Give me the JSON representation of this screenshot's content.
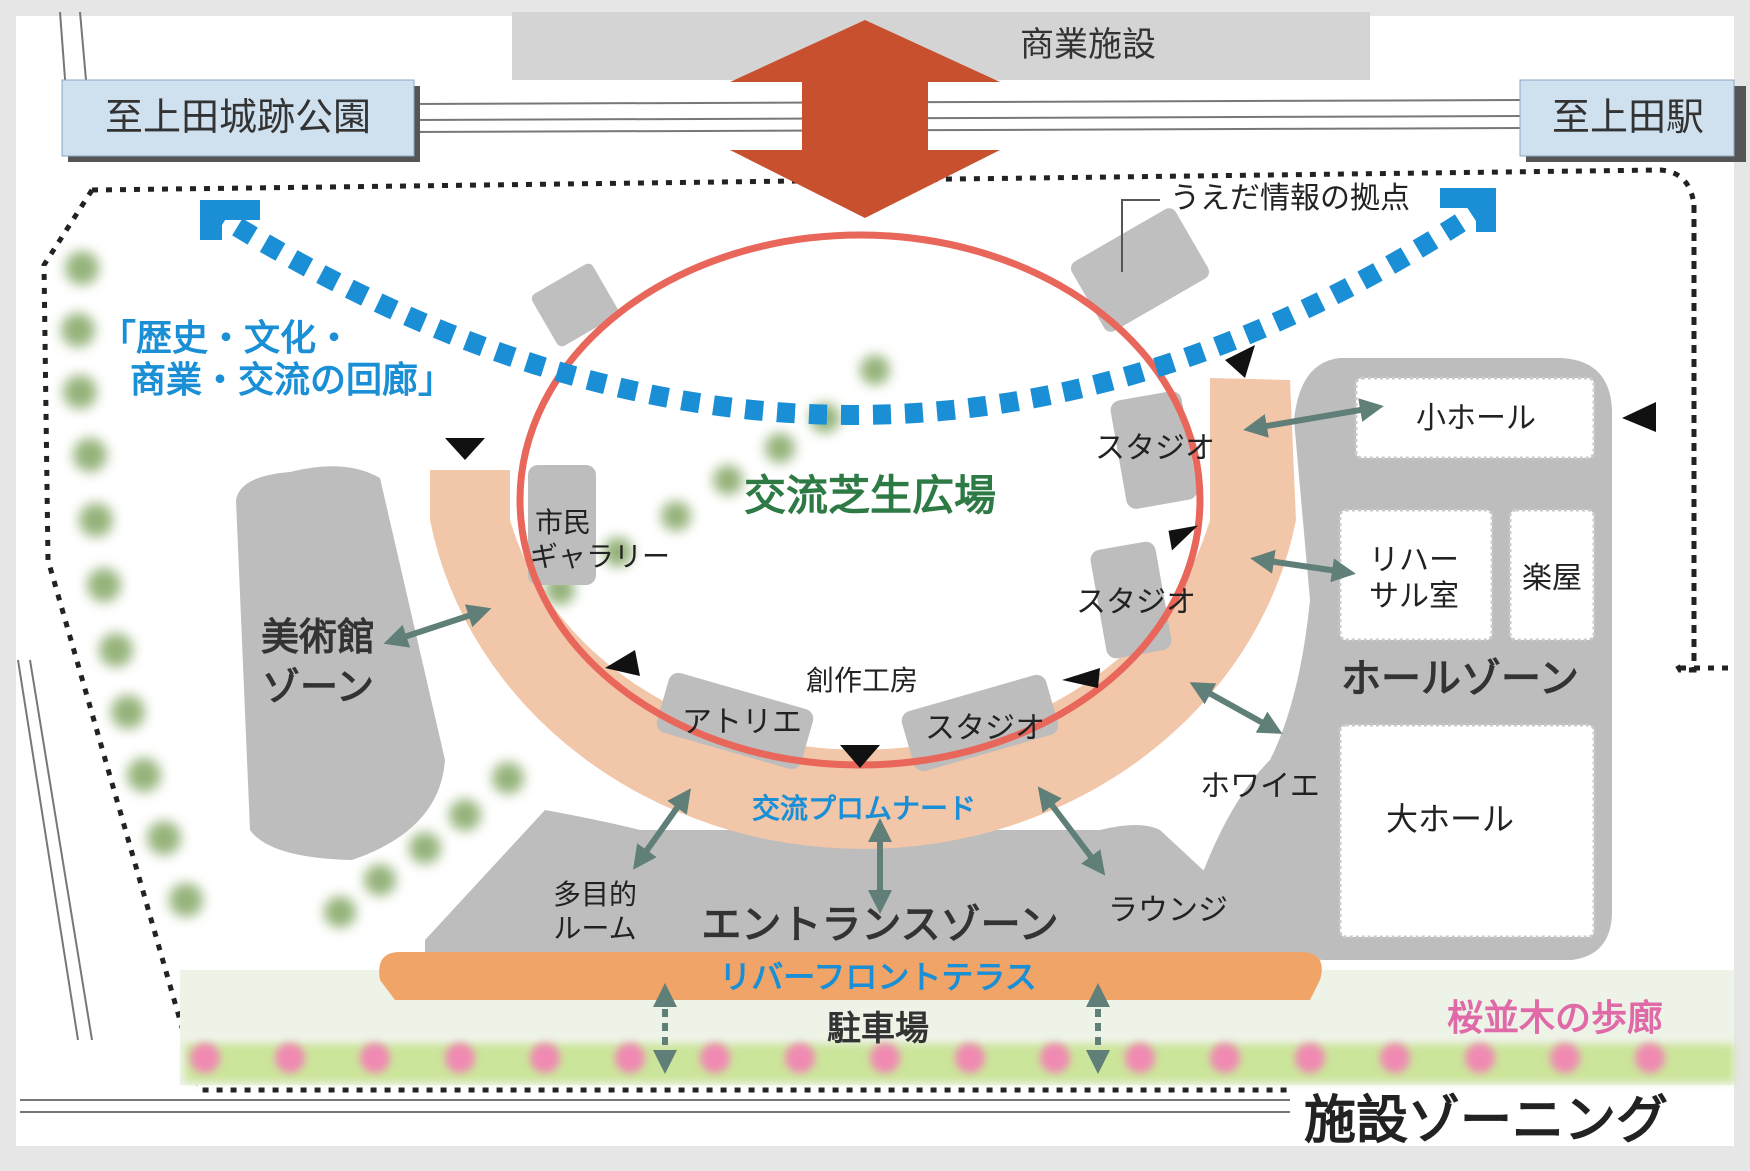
{
  "top": {
    "commercial": "商業施設",
    "to_castle_park": "至上田城跡公園",
    "to_station": "至上田駅",
    "info_base": "うえだ情報の拠点"
  },
  "corridor": {
    "line1": "「歴史・文化・",
    "line2": "商業・交流の回廊」"
  },
  "plaza": "交流芝生広場",
  "rooms": {
    "citizen_gallery_1": "市民",
    "citizen_gallery_2": "ギャラリー",
    "studio": "スタジオ",
    "atelier": "アトリエ",
    "workshop": "創作工房",
    "foyer": "ホワイエ",
    "small_hall": "小ホール",
    "rehearsal_1": "リハー",
    "rehearsal_2": "サル室",
    "dressing": "楽屋",
    "large_hall": "大ホール",
    "multipurpose_1": "多目的",
    "multipurpose_2": "ルーム",
    "lounge": "ラウンジ",
    "parking": "駐車場"
  },
  "zones": {
    "art_museum_1": "美術館",
    "art_museum_2": "ゾーン",
    "hall": "ホールゾーン",
    "entrance": "エントランスゾーン",
    "promenade": "交流プロムナード",
    "riverfront": "リバーフロントテラス",
    "sakura": "桜並木の歩廊"
  },
  "caption": "施設ゾーニング",
  "colors": {
    "corridor_blue": "#1a8fd6",
    "plaza_green": "#2d7a45",
    "promenade_fill": "#f2c6a8",
    "ring_red": "#e8665a",
    "arrow_red": "#c8502e",
    "building_gray": "#bfbfbf",
    "terrace_orange": "#f0a468",
    "sakura_pink": "#e06aa8"
  }
}
